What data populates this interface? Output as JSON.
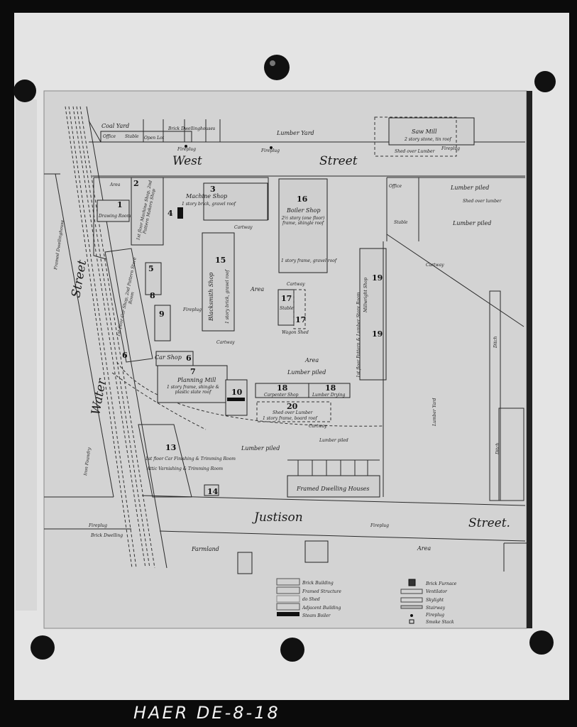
{
  "map": {
    "top": {
      "coal_yard": "Coal Yard",
      "lumber_yard": "Lumber Yard",
      "saw_mill": "Saw Mill",
      "saw_mill_desc": "2 story stone, tin roof",
      "shed_over_lumber": "Shed over Lumber",
      "open_lot": "Open Lot",
      "brick_dwellinghouses": "Brick Dwellinghouses",
      "office": "Office",
      "stable": "Stable"
    },
    "streets": {
      "west": "West",
      "west_street": "Street",
      "justison": "Justison",
      "justison_street": "Street.",
      "water": "Water",
      "water_street": "Street"
    },
    "fireplug": "Fireplug",
    "cartway": "Cartway",
    "area": "Area",
    "lumber_piled": "Lumber piled",
    "buildings": {
      "b1": {
        "num": "1",
        "label": "Drawing Room"
      },
      "b2": {
        "num": "2",
        "label": "1st floor Machine Shop, 2nd Pattern Makers Shop"
      },
      "b3": {
        "num": "3",
        "label": "Machine Shop",
        "desc": "1 story brick, gravel roof"
      },
      "b4": {
        "num": "4"
      },
      "b5": {
        "num": "5"
      },
      "b6": {
        "num": "6",
        "label": "1st floor Car Shop, 2nd Pattern Store Room",
        "label2": "Car Shop"
      },
      "b7": {
        "num": "7",
        "label": "Planning Mill",
        "desc": "1 story frame, shingle & plastic slate roof"
      },
      "b8": {
        "num": "8"
      },
      "b9": {
        "num": "9"
      },
      "b10": {
        "num": "10"
      },
      "b13": {
        "num": "13",
        "label": "1st floor Car Finishing & Trimming Room",
        "label2": "Attic Varnishing & Trimming Room"
      },
      "b14": {
        "num": "14"
      },
      "b15": {
        "num": "15",
        "label": "Blacksmith Shop",
        "desc": "1 story brick, gravel roof"
      },
      "b16": {
        "num": "16",
        "label": "Boiler Shop",
        "desc": "2½ story (one floor) frame, shingle roof",
        "desc2": "1 story frame, gravel roof"
      },
      "b17": {
        "num": "17",
        "label": "Stable",
        "label2": "Wagon Shed"
      },
      "b18a": {
        "num": "18",
        "label": "Carpenter Shop"
      },
      "b18b": {
        "num": "18",
        "label": "Lumber Drying"
      },
      "b19": {
        "num": "19",
        "label": "Millwright Shop",
        "label2": "1st floor Pattern & Lumber Store Room"
      },
      "b20": {
        "num": "20",
        "label": "Shed over Lumber",
        "desc": "1 story frame, board roof"
      }
    },
    "framed_dwelling_houses": "Framed Dwelling Houses",
    "iron_foundry": "Iron Foundry",
    "framed_dwellinghouse": "Framed Dwellinghouse",
    "brick_dwelling": "Brick Dwelling",
    "farmland": "Farmland",
    "ditch": "Ditch",
    "lumber_yard_east": "Lumber Yard",
    "shed_over_lumber_east": "Shed over lumber"
  },
  "legend": {
    "left": [
      "Brick Building",
      "Framed Structure",
      "do Shed",
      "Adjacent Building",
      "Steam Boiler"
    ],
    "right": [
      "Brick Furnace",
      "Ventilator",
      "Skylight",
      "Stairway",
      "Fireplug",
      "Smoke Stack"
    ]
  },
  "caption": "HAER  DE-8-18"
}
